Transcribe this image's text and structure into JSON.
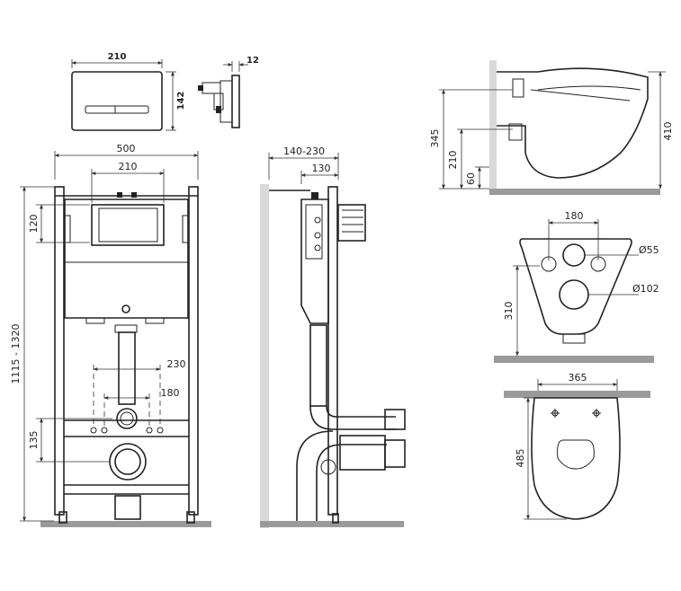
{
  "flush_plate": {
    "width": "210",
    "height": "142",
    "depth": "12"
  },
  "front_view": {
    "frame_width": "500",
    "tank_width": "210",
    "tank_height": "120",
    "height_range": "1115 - 1320",
    "bolt_spacing": "230",
    "inlet_spacing": "180",
    "drain_height": "135"
  },
  "side_view": {
    "depth_range": "140-230",
    "depth": "130"
  },
  "bowl_side": {
    "h1": "345",
    "h2": "210",
    "h3": "60",
    "height": "410"
  },
  "bowl_rear": {
    "width": "180",
    "small_hole": "Ø55",
    "large_hole": "Ø102",
    "depth": "310"
  },
  "bowl_top": {
    "width": "365",
    "length": "485"
  }
}
